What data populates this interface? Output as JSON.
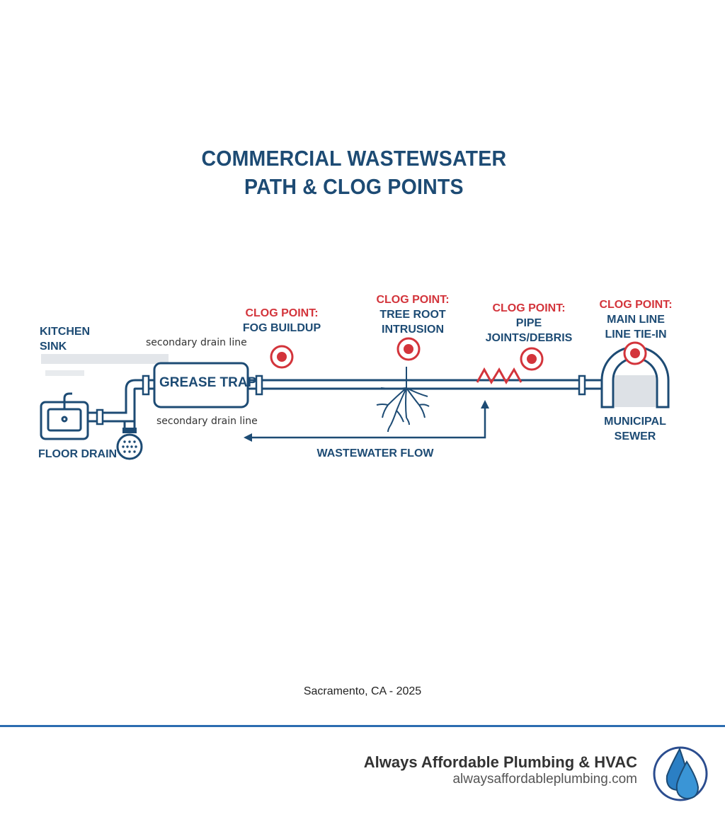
{
  "title": {
    "line1": "COMMERCIAL WASTEWSATER",
    "line2": "PATH & CLOG POINTS"
  },
  "sources": {
    "kitchen_sink": {
      "line1": "KITCHEN",
      "line2": "SINK"
    },
    "floor_drain": "FLOOR DRAIN"
  },
  "grease_trap": "GREASE TRAP",
  "secondary_top": "secondary drain line",
  "secondary_bottom": "secondary drain line",
  "flow_label": "WASTEWATER FLOW",
  "clog_points": [
    {
      "heading": "CLOG POINT:",
      "line1": "FOG BUILDUP",
      "line2": ""
    },
    {
      "heading": "CLOG POINT:",
      "line1": "TREE ROOT",
      "line2": "INTRUSION"
    },
    {
      "heading": "CLOG POINT:",
      "line1": "PIPE",
      "line2": "JOINTS/DEBRIS"
    },
    {
      "heading": "CLOG POINT:",
      "line1": "MAIN LINE",
      "line2": "LINE TIE-IN"
    }
  ],
  "municipal": {
    "line1": "MUNICIPAL",
    "line2": "SEWER"
  },
  "location": "Sacramento, CA - 2025",
  "brand": {
    "name": "Always Affordable Plumbing & HVAC",
    "url": "alwaysaffordableplumbing.com"
  },
  "colors": {
    "pipe": "#1d4b74",
    "clog": "#d3343b",
    "accent": "#2b6cb0"
  }
}
